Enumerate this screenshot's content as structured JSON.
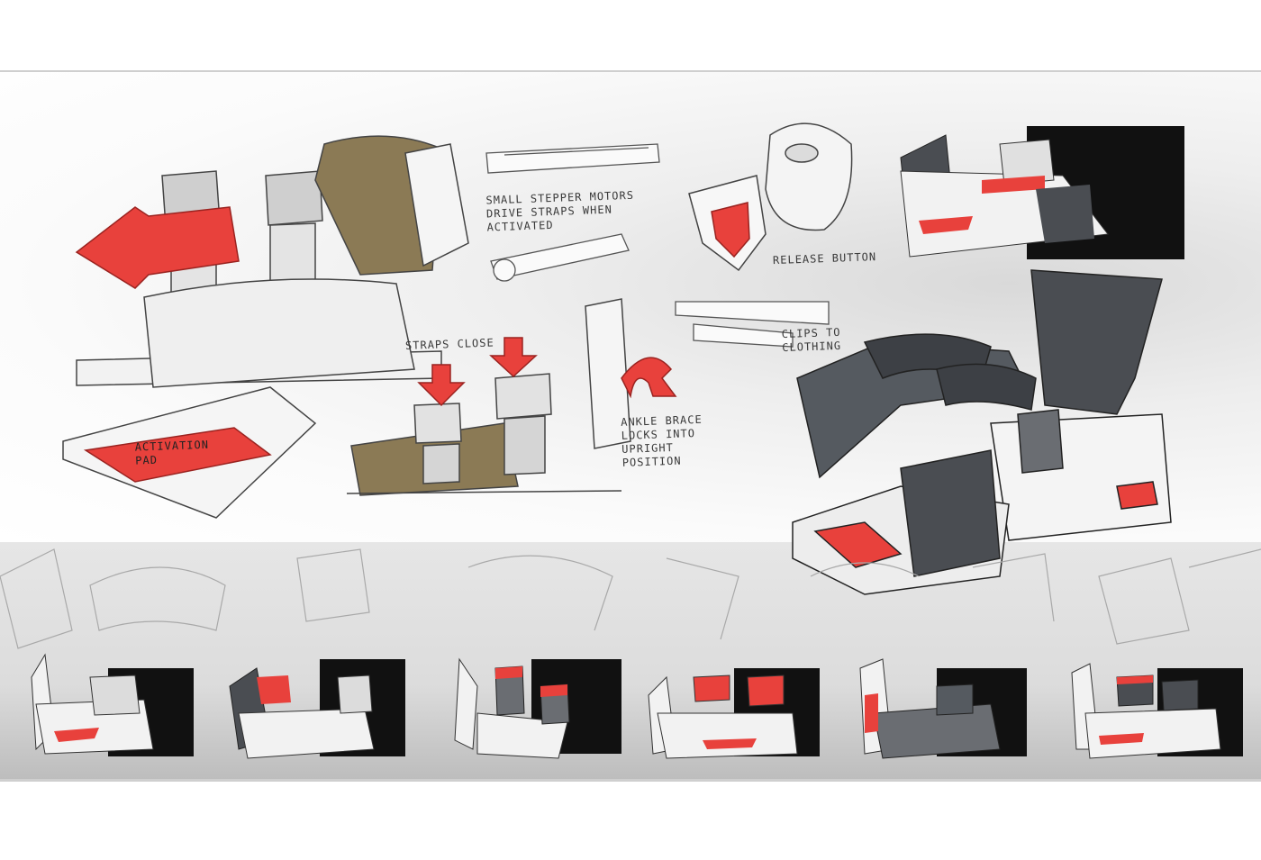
{
  "annotations": {
    "stepper_note": "Small stepper motors drive straps when activated",
    "release_note": "Release button",
    "clips_note": "Clips to clothing",
    "straps_note": "Straps close",
    "ankle_note": "Ankle brace locks into upright position",
    "pad_note": "Activation pad"
  },
  "colors": {
    "accent": "#e8413c",
    "strap_gray": "#4a4d52",
    "shell_white": "#f4f4f4",
    "foot_brown": "#8b7a55",
    "panel_black": "#111111"
  },
  "thumbnails": [
    {
      "label": ""
    },
    {
      "label": ""
    },
    {
      "label": ""
    },
    {
      "label": ""
    },
    {
      "label": ""
    },
    {
      "label": ""
    }
  ]
}
